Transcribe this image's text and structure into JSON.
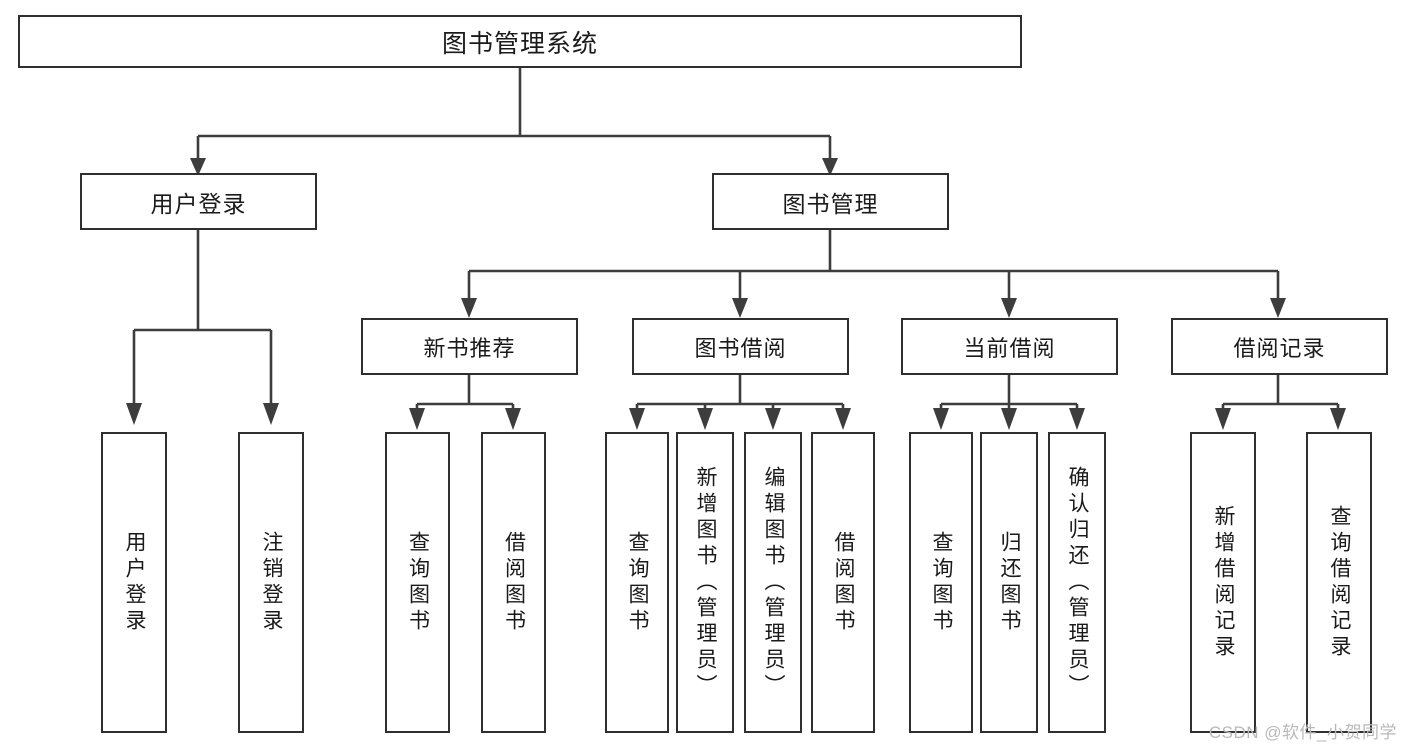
{
  "diagram": {
    "title": "图书管理系统",
    "type": "tree",
    "orientation": "top-down",
    "colors": {
      "background": "#ffffff",
      "box_border": "#2f2f2f",
      "connector": "#3d3d3d",
      "text": "#1a1a1a",
      "watermark": "#b9b9b9"
    },
    "root": {
      "label": "图书管理系统"
    },
    "level1": [
      {
        "id": "user-login",
        "label": "用户登录"
      },
      {
        "id": "book-manage",
        "label": "图书管理"
      }
    ],
    "level2": [
      {
        "id": "new-book-recommend",
        "label": "新书推荐",
        "parent": "book-manage"
      },
      {
        "id": "book-borrow",
        "label": "图书借阅",
        "parent": "book-manage"
      },
      {
        "id": "current-borrow",
        "label": "当前借阅",
        "parent": "book-manage"
      },
      {
        "id": "borrow-record",
        "label": "借阅记录",
        "parent": "book-manage"
      }
    ],
    "leaves": [
      {
        "id": "leaf-user-login",
        "label": "用户登录",
        "parent": "user-login"
      },
      {
        "id": "leaf-user-logout",
        "label": "注销登录",
        "parent": "user-login"
      },
      {
        "id": "leaf-query-book-1",
        "label": "查询图书",
        "parent": "new-book-recommend"
      },
      {
        "id": "leaf-borrow-book-1",
        "label": "借阅图书",
        "parent": "new-book-recommend"
      },
      {
        "id": "leaf-query-book-2",
        "label": "查询图书",
        "parent": "book-borrow"
      },
      {
        "id": "leaf-add-book",
        "label": "新增图书（管理员）",
        "parent": "book-borrow"
      },
      {
        "id": "leaf-edit-book",
        "label": "编辑图书（管理员）",
        "parent": "book-borrow"
      },
      {
        "id": "leaf-borrow-book-2",
        "label": "借阅图书",
        "parent": "book-borrow"
      },
      {
        "id": "leaf-query-book-3",
        "label": "查询图书",
        "parent": "current-borrow"
      },
      {
        "id": "leaf-return-book",
        "label": "归还图书",
        "parent": "current-borrow"
      },
      {
        "id": "leaf-confirm-return",
        "label": "确认归还（管理员）",
        "parent": "current-borrow"
      },
      {
        "id": "leaf-add-record",
        "label": "新增借阅记录",
        "parent": "borrow-record"
      },
      {
        "id": "leaf-query-record",
        "label": "查询借阅记录",
        "parent": "borrow-record"
      }
    ]
  },
  "watermark": {
    "text": "CSDN @软件_小贺同学"
  }
}
